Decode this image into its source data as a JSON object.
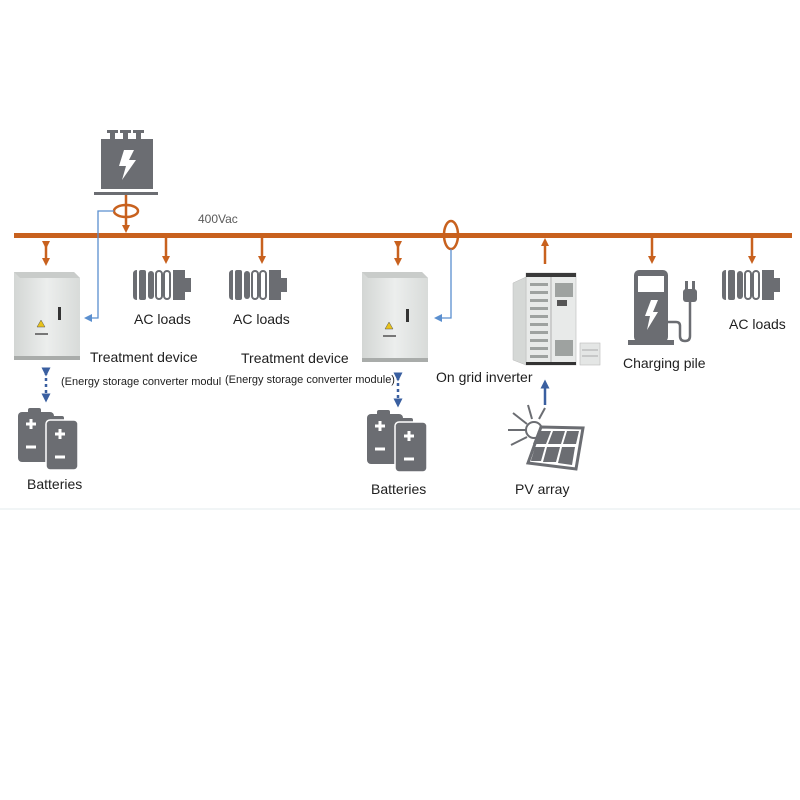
{
  "diagram": {
    "bus_label": "400Vac",
    "colors": {
      "bus": "#c8611e",
      "signal": "#5b8fcf",
      "dc_link": "#3a5fa0",
      "icon": "#6b6d72",
      "cabinet": "#e4e6e4"
    },
    "nodes": {
      "grid_transformer": {
        "icon": "transformer-lightning-icon"
      },
      "treatment_device_1": {
        "label": "Treatment device",
        "sublabel": "(Energy storage converter modul"
      },
      "ac_loads_1": {
        "label": "AC loads",
        "icon": "ac-load-icon"
      },
      "ac_loads_2": {
        "label": "AC loads",
        "icon": "ac-load-icon"
      },
      "treatment_device_2": {
        "label": "Treatment device",
        "sublabel": "(Energy storage converter module)"
      },
      "on_grid_inverter": {
        "label": "On grid inverter"
      },
      "charging_pile": {
        "label": "Charging pile",
        "icon": "ev-charger-icon"
      },
      "ac_loads_3": {
        "label": "AC loads",
        "icon": "ac-load-icon"
      },
      "batteries_1": {
        "label": "Batteries",
        "icon": "battery-pack-icon"
      },
      "batteries_2": {
        "label": "Batteries",
        "icon": "battery-pack-icon"
      },
      "pv_array": {
        "label": "PV array",
        "icon": "solar-panel-icon"
      }
    }
  }
}
